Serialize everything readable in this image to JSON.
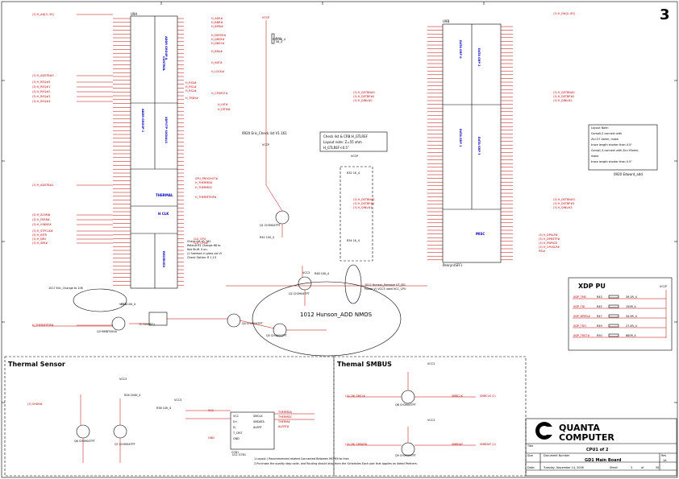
{
  "page_number": "3",
  "section_titles": {
    "xdp_pu": "XDP PU",
    "thermal_sensor": "Thermal Sensor",
    "thermal_smbus": "Themal SMBUS"
  },
  "chips": {
    "u9a": {
      "ref": "U9A",
      "group_labels": [
        "ADDR GROUP 0",
        "CONTROL",
        "ADDR GROUP 1",
        "XDP/ITP SIGNALS",
        "THERMAL",
        "H CLK",
        "RESERVED"
      ]
    },
    "u9b": {
      "ref": "U9B",
      "group_labels": [
        "DATA GRP 0",
        "DATA GRP 2",
        "DATA GRP 1",
        "DATA GRP 3",
        "MISC"
      ],
      "footer": "Penryn(SFF)"
    }
  },
  "notes": {
    "eric_check": "0920 Eric_Check list V1.161",
    "layout_note": {
      "lines": [
        "Check list & CRB:H_GTLREF",
        "Layout note: Z=55 ohm",
        "H_GTLREF<0.5\""
      ]
    },
    "edward_box": {
      "lines": [
        "Layout Note:",
        "Comp0,2 connect with",
        "Zo=27.4ohm, make",
        "trace length shorter than 0.5\"",
        "Comp1,3 connect with Zo=55ohm,",
        "make",
        "trace length shorter than 0.5\""
      ]
    },
    "edward_add": "0920 Edward_add",
    "eric_small": [
      "Check list V1.161",
      "Refault R1 Change 68 to",
      "Not Stuff. 0 on.",
      "(2 Seemed in glass via VI",
      "Check Option: R 1.13"
    ],
    "eric_side": [
      "1017 Eric_Change to 10K"
    ],
    "hunson_nmos": "1012 Hunson_ADD NMOS",
    "small_note_mid": [
      "1012 Hunson_Remove VT_SEL",
      "Power VI_VCC3 used VCC_CPU"
    ],
    "footnotes": [
      "1.Layout ( Recommended related Connected Between MCP69 to thes",
      "2.Purchase the quality stop code, and Routing should stay from the Schedules Each pair that applies as Voted Partners."
    ]
  },
  "xdp_pu": [
    {
      "net": "XDP_TMS",
      "ref": "R43",
      "value": "39.2R_4"
    },
    {
      "net": "XDP_TDI",
      "ref": "R45",
      "value": "150R_4"
    },
    {
      "net": "XDP_BPM5#",
      "ref": "R47",
      "value": "54.9R_4"
    },
    {
      "net": "XDP_TDO",
      "ref": "R49",
      "value": "27.4R_4"
    },
    {
      "net": "XDP_TRST#",
      "ref": "R50",
      "value": "680R_4"
    }
  ],
  "power_labels": [
    "VCCP",
    "VCC3",
    "VCC3",
    "VCCP",
    "VCCP",
    "VCC3",
    "VCC3",
    "VCC3",
    "VCC3",
    "VCCP"
  ],
  "title_block": {
    "company": "QUANTA",
    "company2": "COMPUTER",
    "title": "CPU1 of 2",
    "document": "GD1 Main Board",
    "rev": "1A",
    "date": "Tuesday, November 14, 2006",
    "sheet": "3",
    "of": "of",
    "total": "50",
    "size_label": "Size",
    "docnum_label": "Document Number",
    "rev_label": "Rev",
    "date_label": "Date:",
    "sheet_label": "Sheet",
    "title_label": "Title"
  },
  "components": [
    "Q1 CH3904TPT",
    "Q2 CH3904TPT",
    "Q3 MMBT3904",
    "Q4 CH3904TPT",
    "Q5 CH3904TPT",
    "Q6 CH3904TPT",
    "Q7 CH3904TPT",
    "Q8 CH3904TPT",
    "Q9 CH3904TPT",
    "U11 G781",
    "R42 100_4",
    "R33 56_4",
    "R32 1K_4",
    "R34 1K_4",
    "R48 10K_4",
    "R16 10K_4",
    "R26 200K_4",
    "R38 10K_4"
  ],
  "nets_left": [
    "(3) H_A#[3..35]",
    "(3) H_ADSTB#0",
    "(3) H_REQ#0",
    "(3) H_REQ#1",
    "(3) H_REQ#2",
    "(3) H_REQ#3",
    "(3) H_REQ#4",
    "(3) H_ADSTB#1",
    "(3) H_A20M#",
    "(3) H_FERR#",
    "(3) H_IGNNE#",
    "(3) H_STPCLK#",
    "(3) H_INTR",
    "(3) H_NMI",
    "(3) H_SMI#",
    "H_THERMTRIP#"
  ],
  "nets_right": [
    "(3) H_D#[0..63]",
    "(3) H_DSTBN#0",
    "(3) H_DSTBP#0",
    "(3) H_DINV#0",
    "(3) H_DSTBN#2",
    "(3) H_DSTBP#2",
    "(3) H_DINV#2",
    "(3) H_DSTBN#1",
    "(3) H_DSTBP#1",
    "(3) H_DINV#1",
    "(3) H_DSTBN#3",
    "(3) H_DSTBP#3",
    "(3) H_DINV#3",
    "(3) H_DPSLP#",
    "(3) H_DPRSTP#",
    "(3) H_PWRGD",
    "(3) H_CPUSLP#",
    "PSI#"
  ],
  "signals_mid": [
    "H_ADS#",
    "H_BNR#",
    "H_BPRI#",
    "H_DEFER#",
    "H_DRDY#",
    "H_DBSY#",
    "H_BR0#",
    "H_INIT#",
    "H_LOCK#",
    "H_CPURST#",
    "H_RS0#",
    "H_RS1#",
    "H_RS2#",
    "H_TRDY#",
    "H_HIT#",
    "H_HITM#",
    "CPU_PROCHOT#",
    "H_THERMDA",
    "H_THERMDC",
    "H_THERMTRIP#",
    "CLK_CPU",
    "CLK_CPU#"
  ],
  "smbus": [
    "SMBCLK",
    "SMBDAT",
    "(14,28) SMCLK",
    "(14,28) SMDATA",
    "SMBCLK (2)",
    "SMBDAT (2)"
  ],
  "sensor": [
    "THERMDA",
    "THERMDC",
    "THERM#",
    "ALERT#",
    "VCC",
    "GND",
    "(3) SHDN#"
  ]
}
